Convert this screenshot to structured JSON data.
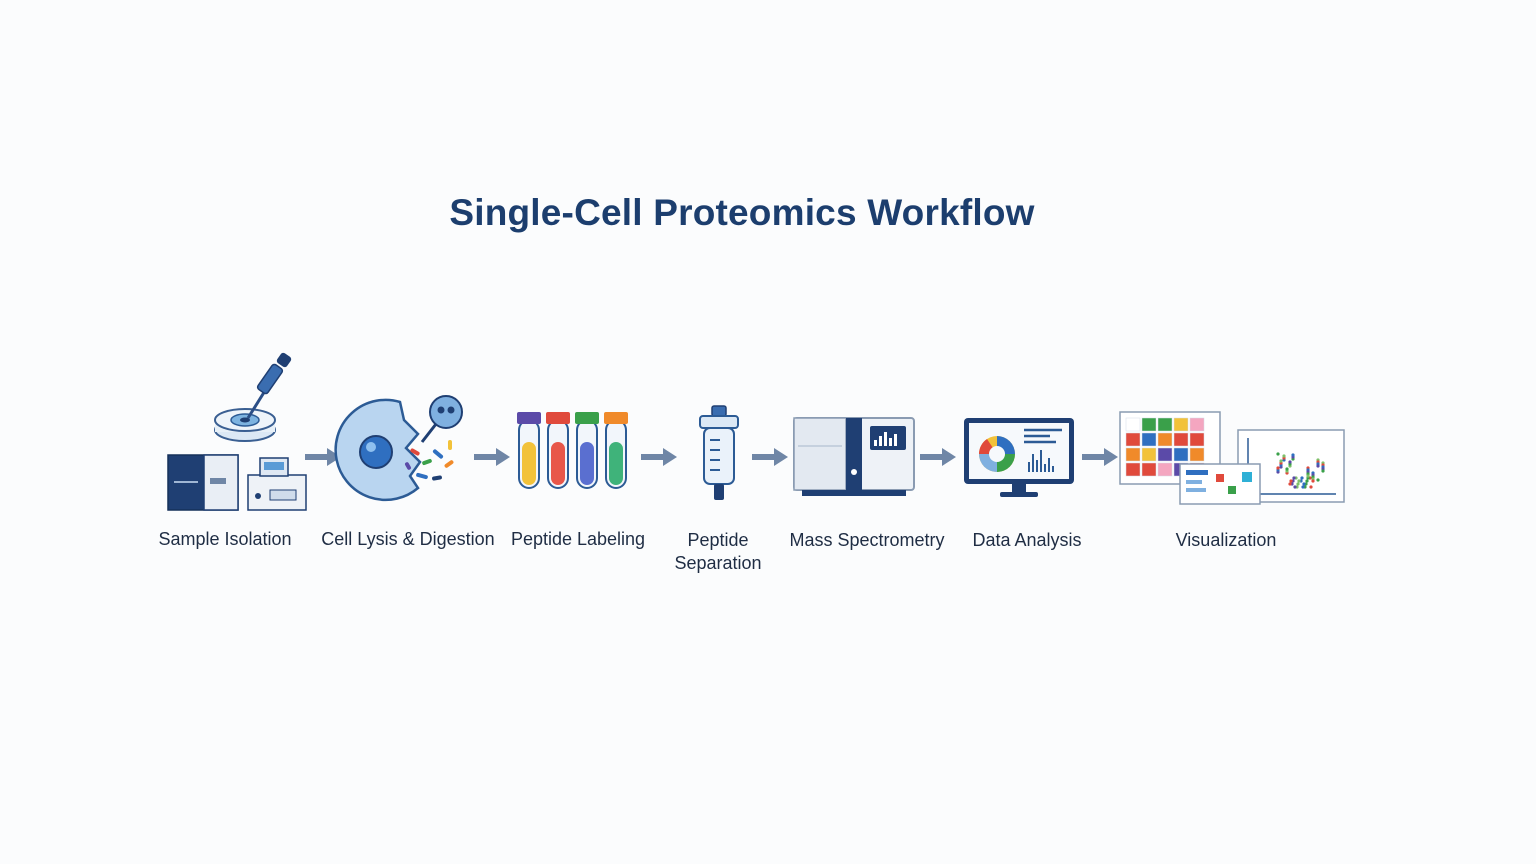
{
  "diagram": {
    "title": "Single-Cell Proteomics Workflow",
    "steps": [
      {
        "id": "sample-isolation",
        "label": "Sample Isolation",
        "icon": "sample-isolation-icon"
      },
      {
        "id": "cell-lysis",
        "label": "Cell Lysis & Digestion",
        "icon": "cell-lysis-icon"
      },
      {
        "id": "peptide-labeling",
        "label": "Peptide Labeling",
        "icon": "test-tubes-icon"
      },
      {
        "id": "peptide-separation",
        "label": "Peptide\nSeparation",
        "icon": "separation-column-icon"
      },
      {
        "id": "mass-spectrometry",
        "label": "Mass Spectrometry",
        "icon": "mass-spectrometer-icon"
      },
      {
        "id": "data-analysis",
        "label": "Data Analysis",
        "icon": "monitor-chart-icon"
      },
      {
        "id": "visualization",
        "label": "Visualization",
        "icon": "heatmap-scatter-icon"
      }
    ],
    "colors": {
      "navy": "#1f3f73",
      "arrow": "#6f86a6",
      "tube_caps": [
        "#5b4aa8",
        "#e04a3c",
        "#3aa04a",
        "#f08a2a"
      ],
      "tube_liquids": [
        "#f2c23a",
        "#e8574a",
        "#5a6fd0",
        "#3fb37a"
      ]
    }
  }
}
